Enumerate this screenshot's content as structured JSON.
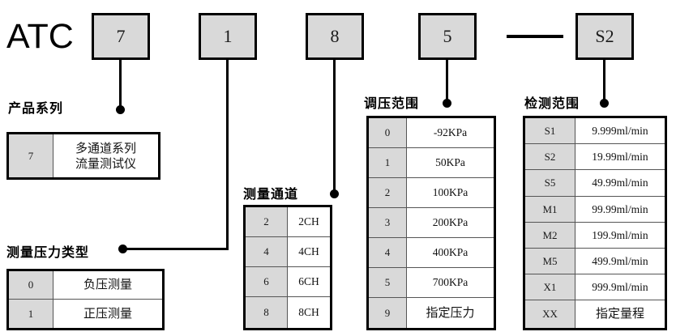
{
  "diagram": {
    "prefix": "ATC",
    "separator_dash": "—",
    "code_boxes": [
      {
        "name": "series",
        "value": "7"
      },
      {
        "name": "pressure-type",
        "value": "1"
      },
      {
        "name": "channels",
        "value": "8"
      },
      {
        "name": "pressure-range",
        "value": "5"
      },
      {
        "name": "detection-range",
        "value": "S2"
      }
    ],
    "sections": {
      "product_series": {
        "caption": "产品系列",
        "rows": [
          {
            "code": "7",
            "desc": "多通道系列\n流量测试仪"
          }
        ]
      },
      "pressure_type": {
        "caption": "测量压力类型",
        "rows": [
          {
            "code": "0",
            "desc": "负压测量"
          },
          {
            "code": "1",
            "desc": "正压测量"
          }
        ]
      },
      "measure_channel": {
        "caption": "测量通道",
        "rows": [
          {
            "code": "2",
            "desc": "2CH"
          },
          {
            "code": "4",
            "desc": "4CH"
          },
          {
            "code": "6",
            "desc": "6CH"
          },
          {
            "code": "8",
            "desc": "8CH"
          }
        ]
      },
      "pressure_range": {
        "caption": "调压范围",
        "rows": [
          {
            "code": "0",
            "desc": "-92KPa"
          },
          {
            "code": "1",
            "desc": "50KPa"
          },
          {
            "code": "2",
            "desc": "100KPa"
          },
          {
            "code": "3",
            "desc": "200KPa"
          },
          {
            "code": "4",
            "desc": "400KPa"
          },
          {
            "code": "5",
            "desc": "700KPa"
          },
          {
            "code": "9",
            "desc": "指定压力"
          }
        ]
      },
      "detection_range": {
        "caption": "检测范围",
        "rows": [
          {
            "code": "S1",
            "desc": "9.999ml/min"
          },
          {
            "code": "S2",
            "desc": "19.99ml/min"
          },
          {
            "code": "S5",
            "desc": "49.99ml/min"
          },
          {
            "code": "M1",
            "desc": "99.99ml/min"
          },
          {
            "code": "M2",
            "desc": "199.9ml/min"
          },
          {
            "code": "M5",
            "desc": "499.9ml/min"
          },
          {
            "code": "X1",
            "desc": "999.9ml/min"
          },
          {
            "code": "XX",
            "desc": "指定量程"
          }
        ]
      }
    },
    "colors": {
      "box_fill": "#d9d9d9",
      "line": "#000000",
      "page_bg": "#ffffff"
    }
  }
}
